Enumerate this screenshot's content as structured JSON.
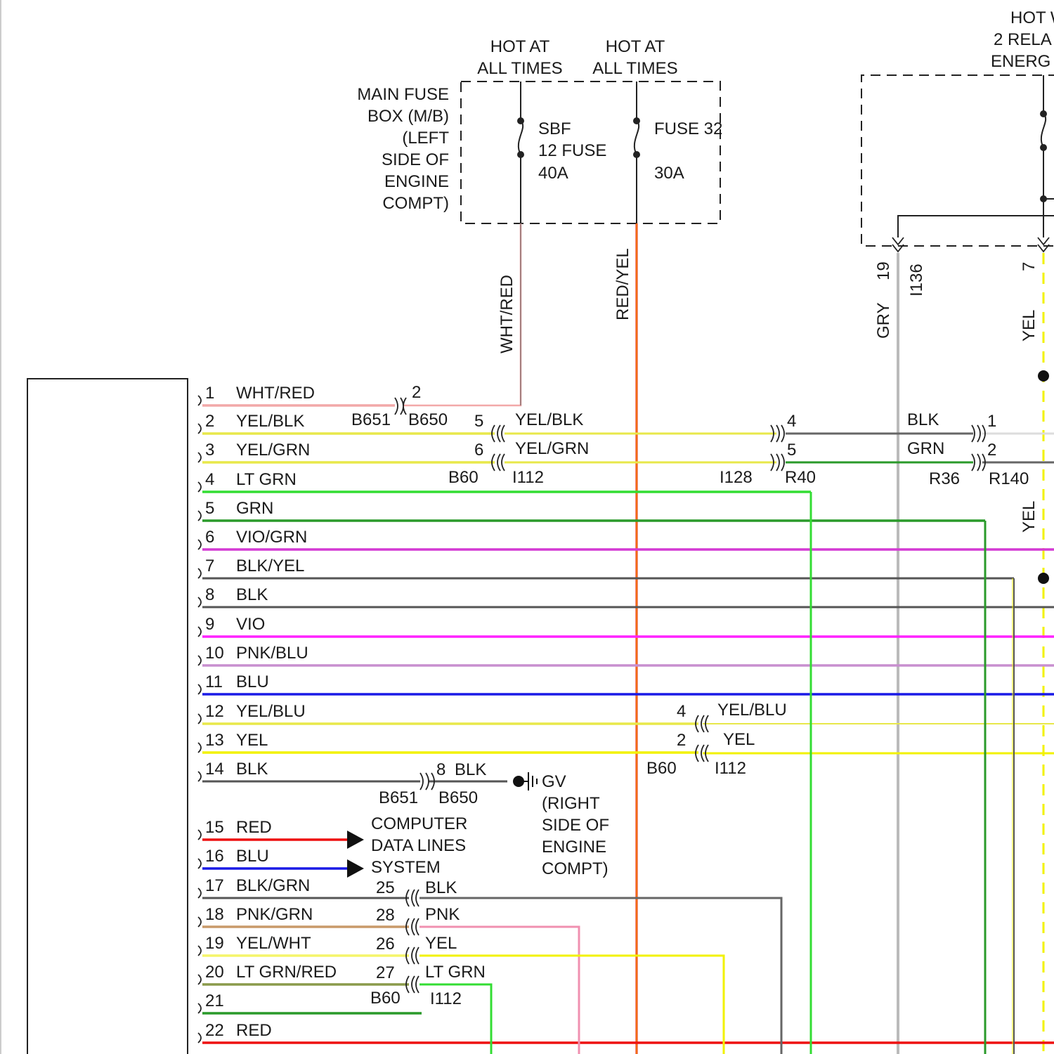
{
  "fuse_box": {
    "label": [
      "MAIN FUSE",
      "BOX (M/B)",
      "(LEFT",
      "SIDE OF",
      "ENGINE",
      "COMPT)"
    ],
    "hot_left": [
      "HOT AT",
      "ALL TIMES"
    ],
    "hot_right": [
      "HOT AT",
      "ALL TIMES"
    ],
    "fuse_a": [
      "SBF",
      "12 FUSE",
      "40A"
    ],
    "fuse_b": [
      "FUSE 32",
      "30A"
    ]
  },
  "relay_box": {
    "label": [
      "HOT W",
      "2 RELA",
      "ENERG"
    ]
  },
  "vertical_wires": {
    "wht_red": "WHT/RED",
    "red_yel": "RED/YEL",
    "gry": "GRY",
    "yel_top": "YEL",
    "yel_mid": "YEL",
    "pin_19": "19",
    "pin_7": "7",
    "conn_i136": "I136"
  },
  "pins": [
    {
      "num": "1",
      "label": "WHT/RED",
      "color": "#f2a8a8"
    },
    {
      "num": "2",
      "label": "YEL/BLK",
      "color": "#e8e84a"
    },
    {
      "num": "3",
      "label": "YEL/GRN",
      "color": "#e8e84a"
    },
    {
      "num": "4",
      "label": "LT GRN",
      "color": "#33dd33"
    },
    {
      "num": "5",
      "label": "GRN",
      "color": "#2a9a2a"
    },
    {
      "num": "6",
      "label": "VIO/GRN",
      "color": "#d43ad4"
    },
    {
      "num": "7",
      "label": "BLK/YEL",
      "color": "#555555"
    },
    {
      "num": "8",
      "label": "BLK",
      "color": "#555555"
    },
    {
      "num": "9",
      "label": "VIO",
      "color": "#ff22ff"
    },
    {
      "num": "10",
      "label": "PNK/BLU",
      "color": "#c88fcf"
    },
    {
      "num": "11",
      "label": "BLU",
      "color": "#1a1ae6"
    },
    {
      "num": "12",
      "label": "YEL/BLU",
      "color": "#e8e84a"
    },
    {
      "num": "13",
      "label": "YEL",
      "color": "#f2f200"
    },
    {
      "num": "14",
      "label": "BLK",
      "color": "#555555"
    },
    {
      "num": "15",
      "label": "RED",
      "color": "#ee1111"
    },
    {
      "num": "16",
      "label": "BLU",
      "color": "#1a1ae6"
    },
    {
      "num": "17",
      "label": "BLK/GRN",
      "color": "#555555"
    },
    {
      "num": "18",
      "label": "PNK/GRN",
      "color": "#c89a6a"
    },
    {
      "num": "19",
      "label": "YEL/WHT",
      "color": "#f5f56a"
    },
    {
      "num": "20",
      "label": "LT GRN/RED",
      "color": "#8a9a4a"
    },
    {
      "num": "21",
      "label": "",
      "color": "#2a9a2a"
    },
    {
      "num": "22",
      "label": "RED",
      "color": "#ee1111"
    }
  ],
  "row2_conn": {
    "pin_left": "5",
    "label_right": "YEL/BLK",
    "pin_far": "4",
    "label_far": "BLK",
    "pin_end": "1"
  },
  "row3_conn": {
    "pin_left": "6",
    "label_right": "YEL/GRN",
    "pin_far": "5",
    "label_far": "GRN",
    "pin_end": "2"
  },
  "row1_conn": {
    "pin": "2"
  },
  "connector_names": {
    "b651": "B651",
    "b650": "B650",
    "b60": "B60",
    "i112": "I112",
    "i128": "I128",
    "r40": "R40",
    "r36": "R36",
    "r140": "R140"
  },
  "row12_conn": {
    "pin": "4",
    "label": "YEL/BLU"
  },
  "row13_conn": {
    "pin": "2",
    "label": "YEL"
  },
  "row14_conn": {
    "pin": "8",
    "label": "BLK"
  },
  "ground": {
    "name": "GV",
    "lines": [
      "(RIGHT",
      "SIDE OF",
      "ENGINE",
      "COMPT)"
    ]
  },
  "data_lines": [
    "COMPUTER",
    "DATA LINES",
    "SYSTEM"
  ],
  "lower_conns": [
    {
      "pin": "25",
      "label": "BLK"
    },
    {
      "pin": "28",
      "label": "PNK"
    },
    {
      "pin": "26",
      "label": "YEL"
    },
    {
      "pin": "27",
      "label": "LT GRN"
    }
  ],
  "colors": {
    "red": "#ee1111",
    "yellow": "#f2f200",
    "green": "#33dd33",
    "dk_green": "#2a9a2a",
    "gray": "#bbbbbb",
    "dark": "#555555",
    "pink": "#f090b0"
  }
}
